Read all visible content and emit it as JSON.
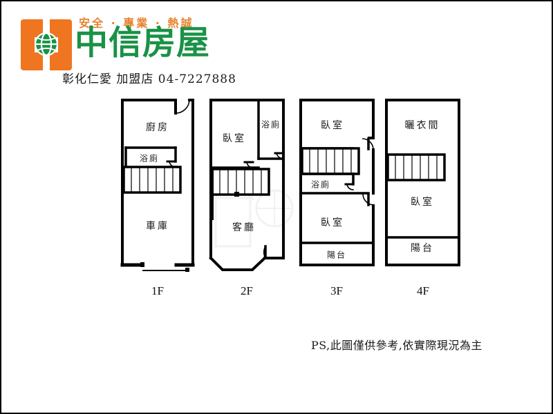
{
  "brand": {
    "slogan": "安全 · 專業 · 熱誠",
    "name": "中信房屋",
    "branch": "彰化仁愛 加盟店 04-7227888",
    "logo_icon": "house-globe-logo",
    "colors": {
      "orange": "#ef7521",
      "green": "#1a9246",
      "slogan_orange": "#e8812e",
      "text_black": "#1a1a1a"
    }
  },
  "note": "PS,此圖僅供參考,依實際現況為主",
  "floors": [
    {
      "id": "1f",
      "label": "1F",
      "rooms": [
        {
          "name": "kitchen",
          "label": "廚房"
        },
        {
          "name": "bathroom",
          "label": "浴廁"
        },
        {
          "name": "garage",
          "label": "車庫"
        }
      ]
    },
    {
      "id": "2f",
      "label": "2F",
      "rooms": [
        {
          "name": "bedroom",
          "label": "臥室"
        },
        {
          "name": "bathroom",
          "label": "浴廁"
        },
        {
          "name": "living-room",
          "label": "客廳"
        }
      ]
    },
    {
      "id": "3f",
      "label": "3F",
      "rooms": [
        {
          "name": "bedroom-front",
          "label": "臥室"
        },
        {
          "name": "bathroom",
          "label": "浴廁"
        },
        {
          "name": "bedroom-rear",
          "label": "臥室"
        },
        {
          "name": "balcony",
          "label": "陽台"
        }
      ]
    },
    {
      "id": "4f",
      "label": "4F",
      "rooms": [
        {
          "name": "drying-room",
          "label": "曬衣間"
        },
        {
          "name": "bedroom",
          "label": "臥室"
        },
        {
          "name": "balcony",
          "label": "陽台"
        }
      ]
    }
  ]
}
